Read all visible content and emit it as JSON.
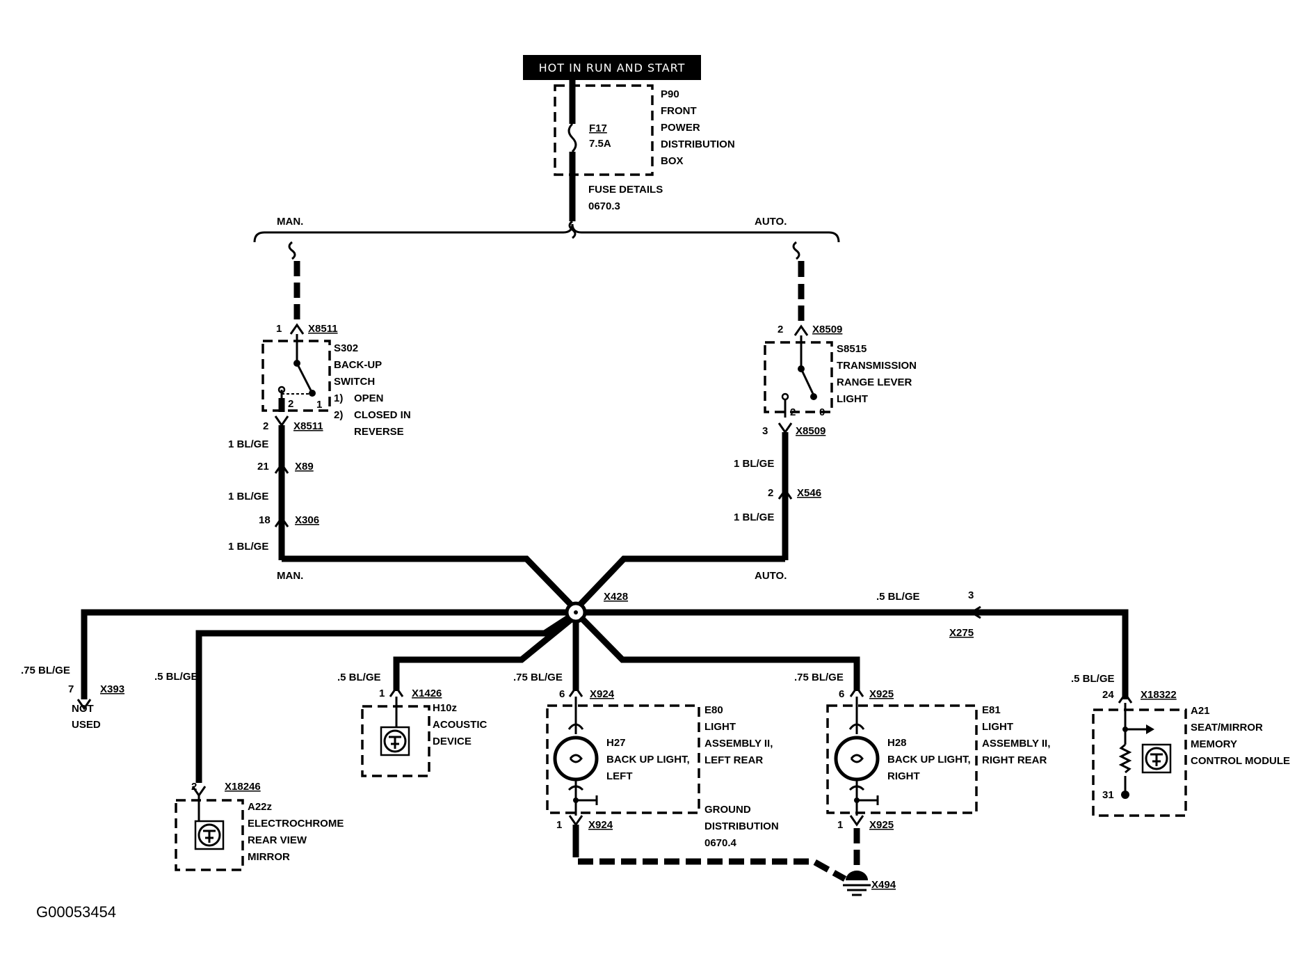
{
  "header": {
    "hot_label": "HOT IN RUN AND START"
  },
  "fuse": {
    "box_id": "P90",
    "box_name": [
      "FRONT",
      "POWER",
      "DISTRIBUTION",
      "BOX"
    ],
    "fuse_id": "F17",
    "rating": "7.5A",
    "details": [
      "FUSE DETAILS",
      "0670.3"
    ]
  },
  "branches": {
    "man": "MAN.",
    "auto": "AUTO."
  },
  "man_switch": {
    "top_pin": "1",
    "top_conn": "X8511",
    "id": "S302",
    "name": [
      "BACK-UP",
      "SWITCH"
    ],
    "states": [
      [
        "1)",
        "OPEN"
      ],
      [
        "2)",
        "CLOSED IN"
      ],
      [
        "",
        "REVERSE"
      ]
    ],
    "contact_2": "2",
    "contact_1": "1",
    "bot_pin": "2",
    "bot_conn": "X8511",
    "wire1": "1 BL/GE",
    "x89_pin": "21",
    "x89": "X89",
    "wire2": "1 BL/GE",
    "x306_pin": "18",
    "x306": "X306",
    "wire3": "1 BL/GE"
  },
  "auto_switch": {
    "top_pin": "2",
    "top_conn": "X8509",
    "id": "S8515",
    "name": [
      "TRANSMISSION",
      "RANGE LEVER",
      "LIGHT"
    ],
    "contact_2": "2",
    "contact_0": "0",
    "bot_pin": "3",
    "bot_conn": "X8509",
    "wire1": "1 BL/GE",
    "x546_pin": "2",
    "x546": "X546",
    "wire2": "1 BL/GE"
  },
  "splice": {
    "id": "X428"
  },
  "right_feed": {
    "wire": ".5 BL/GE",
    "pin": "3",
    "conn": "X275"
  },
  "not_used": {
    "wire": ".75 BL/GE",
    "pin": "7",
    "conn": "X393",
    "text": [
      "NOT",
      "USED"
    ]
  },
  "mirror": {
    "wire": ".5 BL/GE",
    "pin": "2",
    "conn": "X18246",
    "id": "A22z",
    "name": [
      "ELECTROCHROME",
      "REAR VIEW",
      "MIRROR"
    ]
  },
  "acoustic": {
    "wire": ".5 BL/GE",
    "pin": "1",
    "conn": "X1426",
    "id": "H10z",
    "name": [
      "ACOUSTIC",
      "DEVICE"
    ]
  },
  "left_light": {
    "wire": ".75 BL/GE",
    "pin": "6",
    "conn": "X924",
    "bulb_id": "H27",
    "bulb_name": [
      "BACK UP LIGHT,",
      "LEFT"
    ],
    "assy_id": "E80",
    "assy_name": [
      "LIGHT",
      "ASSEMBLY II,",
      "LEFT REAR"
    ],
    "gnd_pin": "1",
    "gnd_conn": "X924"
  },
  "ground_note": [
    "GROUND",
    "DISTRIBUTION",
    "0670.4"
  ],
  "right_light": {
    "wire": ".75 BL/GE",
    "pin": "6",
    "conn": "X925",
    "bulb_id": "H28",
    "bulb_name": [
      "BACK UP LIGHT,",
      "RIGHT"
    ],
    "assy_id": "E81",
    "assy_name": [
      "LIGHT",
      "ASSEMBLY II,",
      "RIGHT REAR"
    ],
    "gnd_pin": "1",
    "gnd_conn": "X925"
  },
  "ground": {
    "id": "X494"
  },
  "memory": {
    "wire": ".5 BL/GE",
    "pin": "24",
    "conn": "X18322",
    "id": "A21",
    "name": [
      "SEAT/MIRROR",
      "MEMORY",
      "CONTROL MODULE"
    ],
    "gnd_pin": "31"
  },
  "figure_code": "G00053454"
}
